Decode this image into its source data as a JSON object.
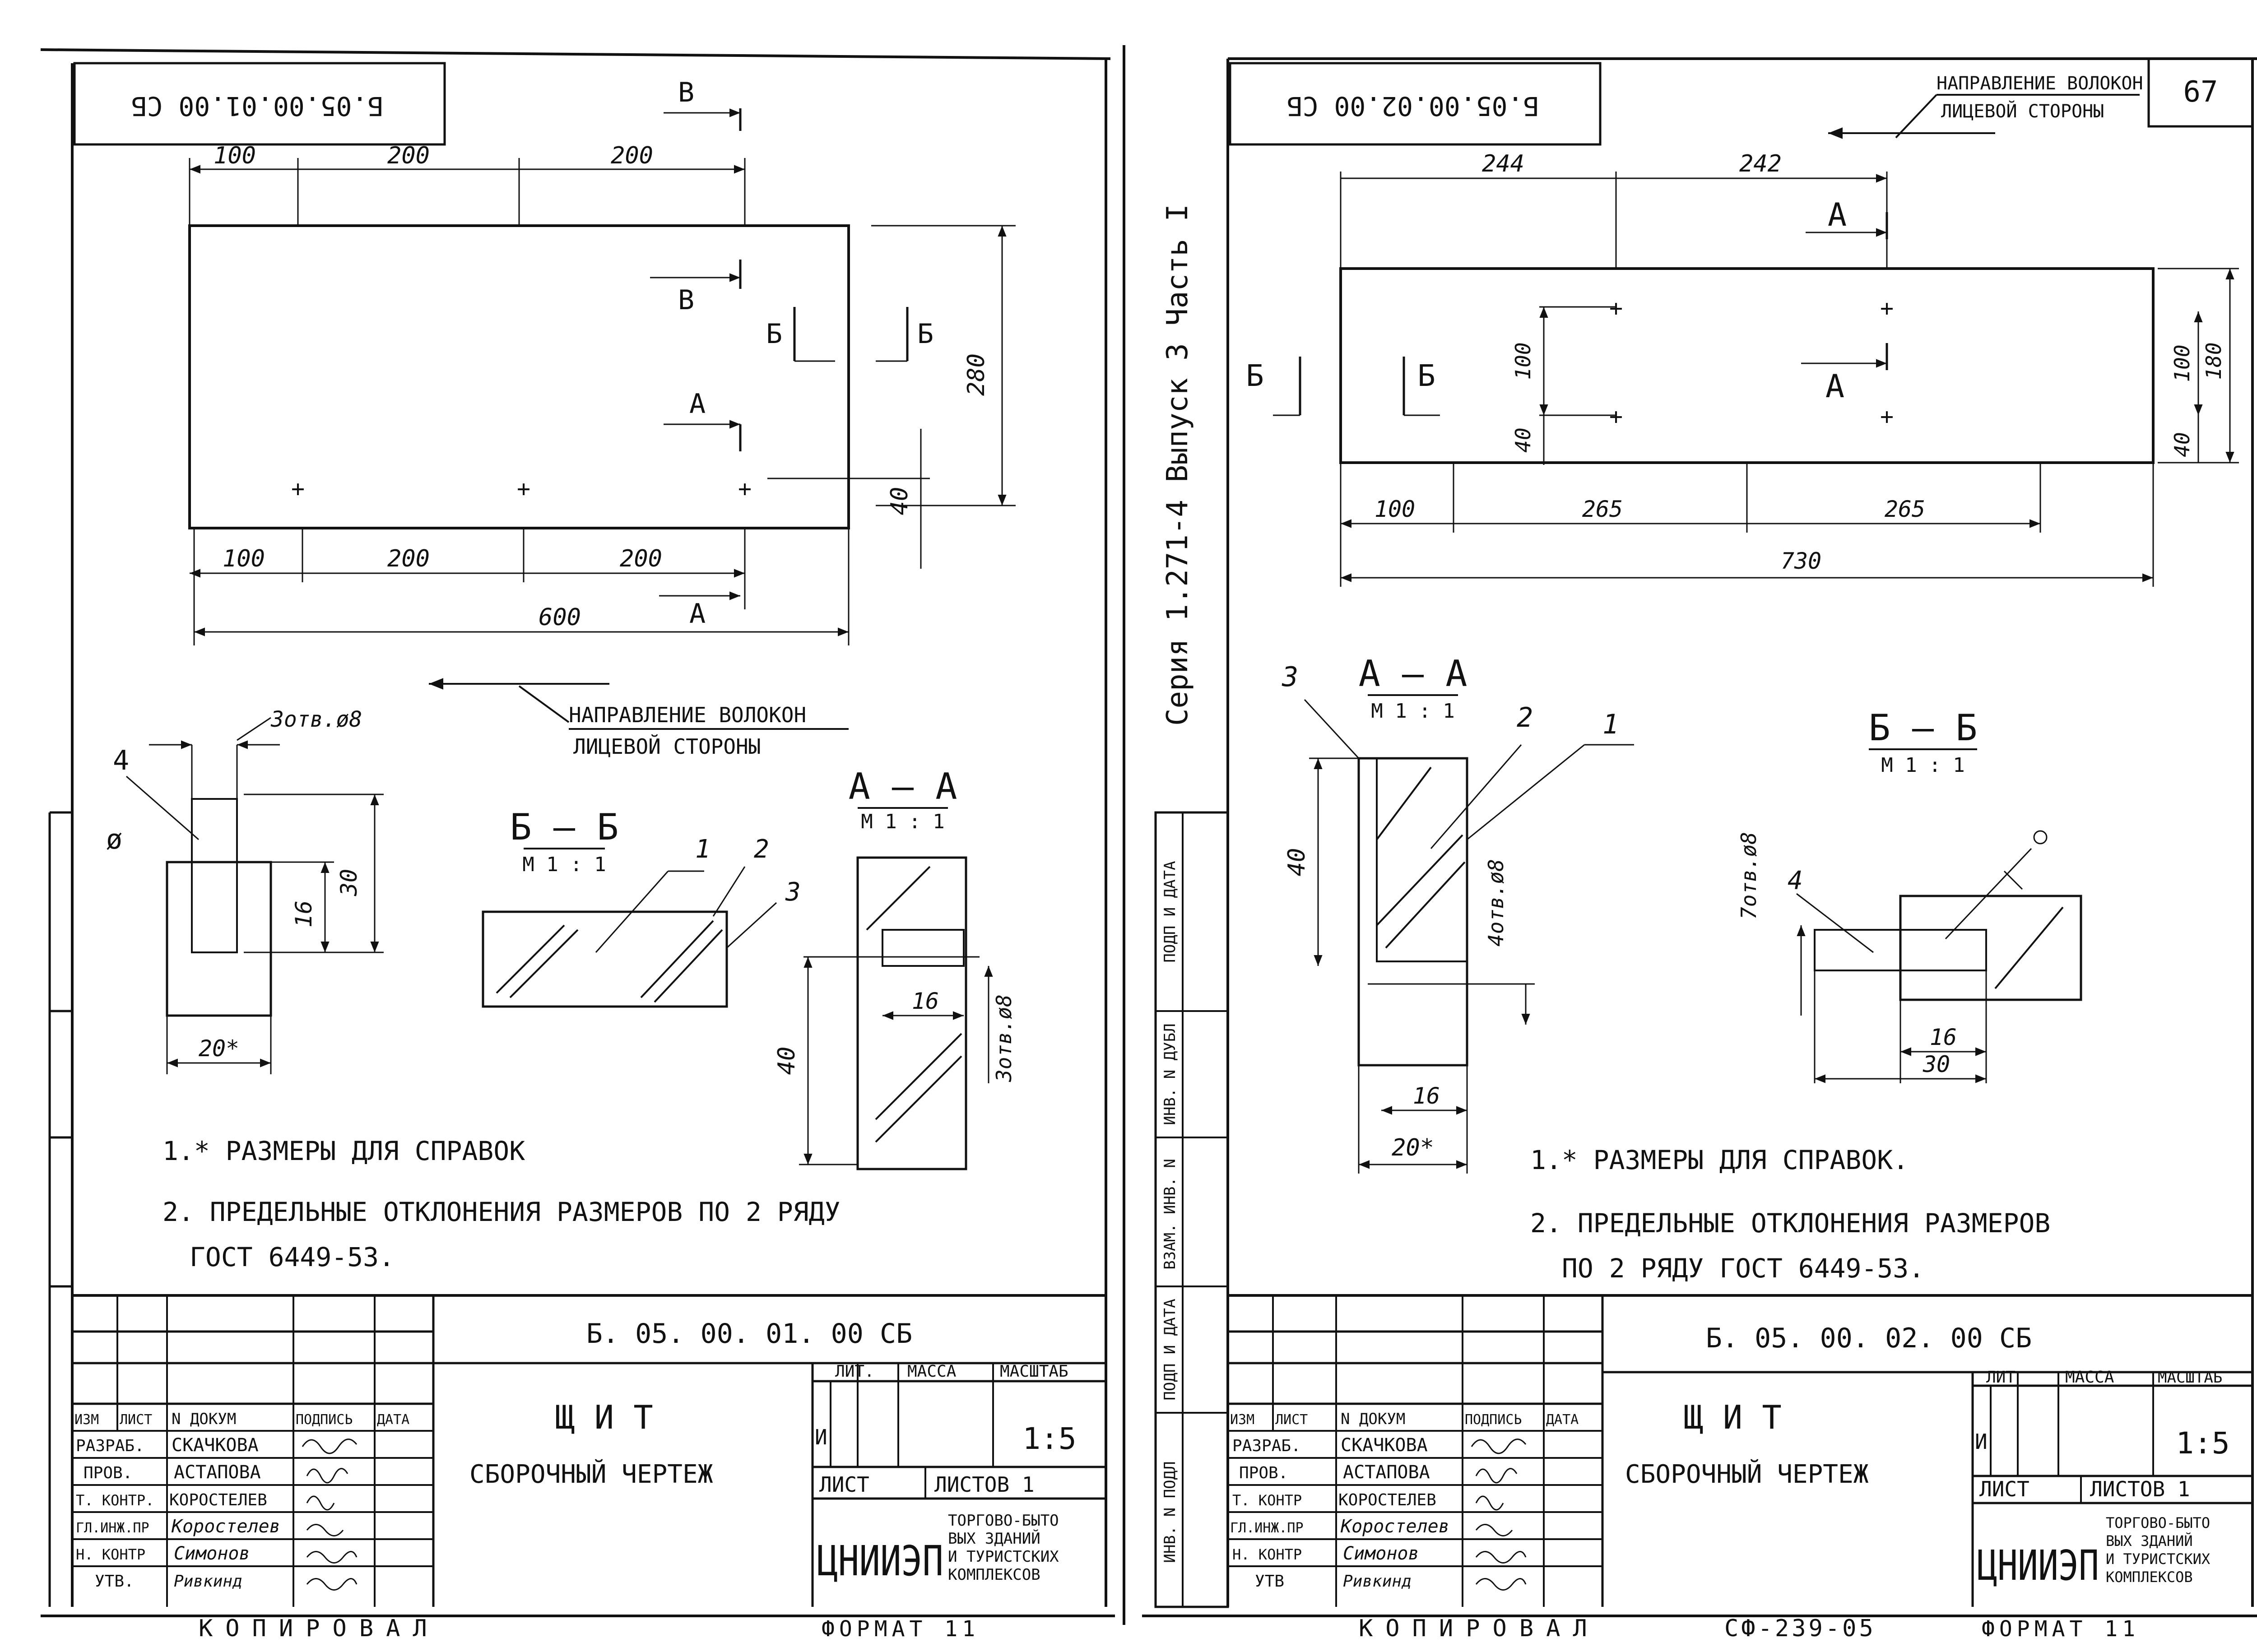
{
  "sheet_number": "67",
  "series_vertical": "Серия 1.271-4 Выпуск 3 Часть I",
  "copy_stamp": "КОПИРОВАЛ",
  "format_label": "ФОРМАТ 11",
  "archive_code": "СФ-239-05",
  "side_columns": [
    "ИНВ. N ПОДЛ",
    "ПОДП И ДАТА",
    "ВЗАМ. ИНВ. N",
    "ИНВ. N ДУБЛ",
    "ПОДП И ДАТА"
  ],
  "left": {
    "doc_code_rotated": "Б.05.00.01.00 СБ",
    "main_view": {
      "top_dims": [
        "100",
        "200",
        "200"
      ],
      "bottom_dims": [
        "100",
        "200",
        "200"
      ],
      "overall_width": "600",
      "height": "280",
      "edge_offset": "40",
      "section_labels": [
        "В",
        "В",
        "Б",
        "Б",
        "А",
        "А"
      ]
    },
    "fiber_direction": [
      "НАПРАВЛЕНИЕ ВОЛОКОН",
      "ЛИЦЕВОЙ СТОРОНЫ"
    ],
    "detail": {
      "holes": "3отв.ø8",
      "part": "4",
      "dims": [
        "30",
        "16",
        "20*"
      ],
      "weld": "ø"
    },
    "section_bb": {
      "title": "Б — Б",
      "scale": "М 1 : 1",
      "parts": [
        "1",
        "2",
        "3"
      ]
    },
    "section_aa": {
      "title": "А — А",
      "scale": "М 1 : 1",
      "dims": [
        "40",
        "16",
        "3отв.ø8"
      ]
    },
    "notes": [
      "1.* РАЗМЕРЫ ДЛЯ СПРАВОК",
      "2. ПРЕДЕЛЬНЫЕ ОТКЛОНЕНИЯ РАЗМЕРОВ ПО 2 РЯДУ",
      "ГОСТ 6449-53."
    ],
    "title_block": {
      "code": "Б. 05. 00. 01. 00 СБ",
      "name": "Щ И Т",
      "subtitle": "СБОРОЧНЫЙ ЧЕРТЕЖ",
      "headers": [
        "ИЗМ",
        "ЛИСТ",
        "N ДОКУМ",
        "ПОДПИСЬ",
        "ДАТА"
      ],
      "roles": [
        "РАЗРАБ.",
        "ПРОВ.",
        "Т. КОНТР.",
        "ГЛ.ИНЖ.ПР",
        "Н. КОНТР",
        "УТВ."
      ],
      "names": [
        "СКАЧКОВА",
        "АСТАПОВА",
        "КОРОСТЕЛЕВ",
        "Коростелев",
        "Симонов",
        "Ривкинд"
      ],
      "lit": "ЛИТ.",
      "mass": "МАССА",
      "scale_label": "МАСШТАБ",
      "lit_value": "И",
      "scale": "1:5",
      "sheet": "ЛИСТ",
      "sheets": "ЛИСТОВ 1",
      "org": "ЦНИИЭП",
      "org_desc": [
        "ТОРГОВО-БЫТО",
        "ВЫХ ЗДАНИЙ",
        "И ТУРИСТСКИХ",
        "КОМПЛЕКСОВ"
      ]
    }
  },
  "right": {
    "doc_code_rotated": "Б.05.00.02.00 СБ",
    "fiber_direction": [
      "НАПРАВЛЕНИЕ ВОЛОКОН",
      "ЛИЦЕВОЙ СТОРОНЫ"
    ],
    "main_view": {
      "top_dims": [
        "244",
        "242"
      ],
      "bottom_dims": [
        "100",
        "265",
        "265"
      ],
      "overall_width": "730",
      "height": "180",
      "inner_dims": [
        "100",
        "40"
      ],
      "right_dims": [
        "100",
        "40"
      ],
      "section_labels": [
        "А",
        "А",
        "Б",
        "Б"
      ]
    },
    "section_aa": {
      "title": "А — А",
      "scale": "М 1 : 1",
      "parts": [
        "3",
        "2",
        "1"
      ],
      "dims": [
        "40",
        "4отв.ø8",
        "16",
        "20*"
      ]
    },
    "section_bb": {
      "title": "Б — Б",
      "scale": "М 1 : 1",
      "dims": [
        "7отв.ø8",
        "4",
        "16",
        "30"
      ]
    },
    "notes": [
      "1.* РАЗМЕРЫ ДЛЯ СПРАВОК.",
      "2. ПРЕДЕЛЬНЫЕ ОТКЛОНЕНИЯ РАЗМЕРОВ",
      "ПО 2 РЯДУ ГОСТ 6449-53."
    ],
    "title_block": {
      "code": "Б. 05. 00. 02. 00 СБ",
      "name": "Щ И Т",
      "subtitle": "СБОРОЧНЫЙ ЧЕРТЕЖ",
      "headers": [
        "ИЗМ",
        "ЛИСТ",
        "N ДОКУМ",
        "ПОДПИСЬ",
        "ДАТА"
      ],
      "roles": [
        "РАЗРАБ.",
        "ПРОВ.",
        "Т. КОНТР",
        "ГЛ.ИНЖ.ПР",
        "Н. КОНТР",
        "УТВ"
      ],
      "names": [
        "СКАЧКОВА",
        "АСТАПОВА",
        "КОРОСТЕЛЕВ",
        "Коростелев",
        "Симонов",
        "Ривкинд"
      ],
      "lit": "ЛИТ",
      "mass": "МАССА",
      "scale_label": "МАСШТАБ",
      "lit_value": "И",
      "scale": "1:5",
      "sheet": "ЛИСТ",
      "sheets": "ЛИСТОВ 1",
      "org": "ЦНИИЭП",
      "org_desc": [
        "ТОРГОВО-БЫТО",
        "ВЫХ ЗДАНИЙ",
        "И ТУРИСТСКИХ",
        "КОМПЛЕКСОВ"
      ]
    }
  }
}
